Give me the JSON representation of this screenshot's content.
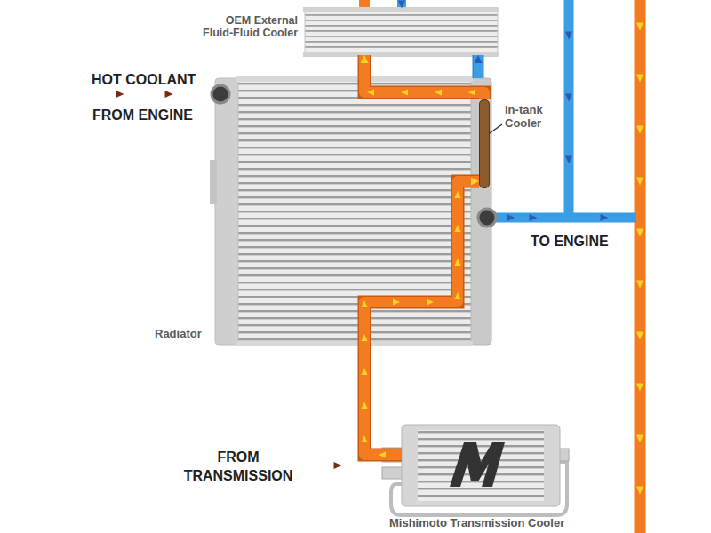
{
  "diagram": {
    "nodes": [
      {
        "text": [
          "OEM External Fluid-Fluid Cooler"
        ]
      },
      {
        "text": [
          "Radiator"
        ]
      },
      {
        "text": [
          "In-tank Cooler"
        ],
        "in": 1
      },
      {
        "text": [
          "Mishimoto Transmission Cooler"
        ]
      }
    ],
    "edges": [
      {
        "from": 3,
        "to": 2,
        "arrow": "to"
      },
      {
        "from": 2,
        "to": 0,
        "arrow": "to"
      },
      {
        "from": 1,
        "to": 0,
        "arrow": "to"
      }
    ],
    "labels": [
      "HOT COOLANT",
      "FROM ENGINE",
      "TO ENGINE",
      "FROM TRANSMISSION"
    ]
  }
}
